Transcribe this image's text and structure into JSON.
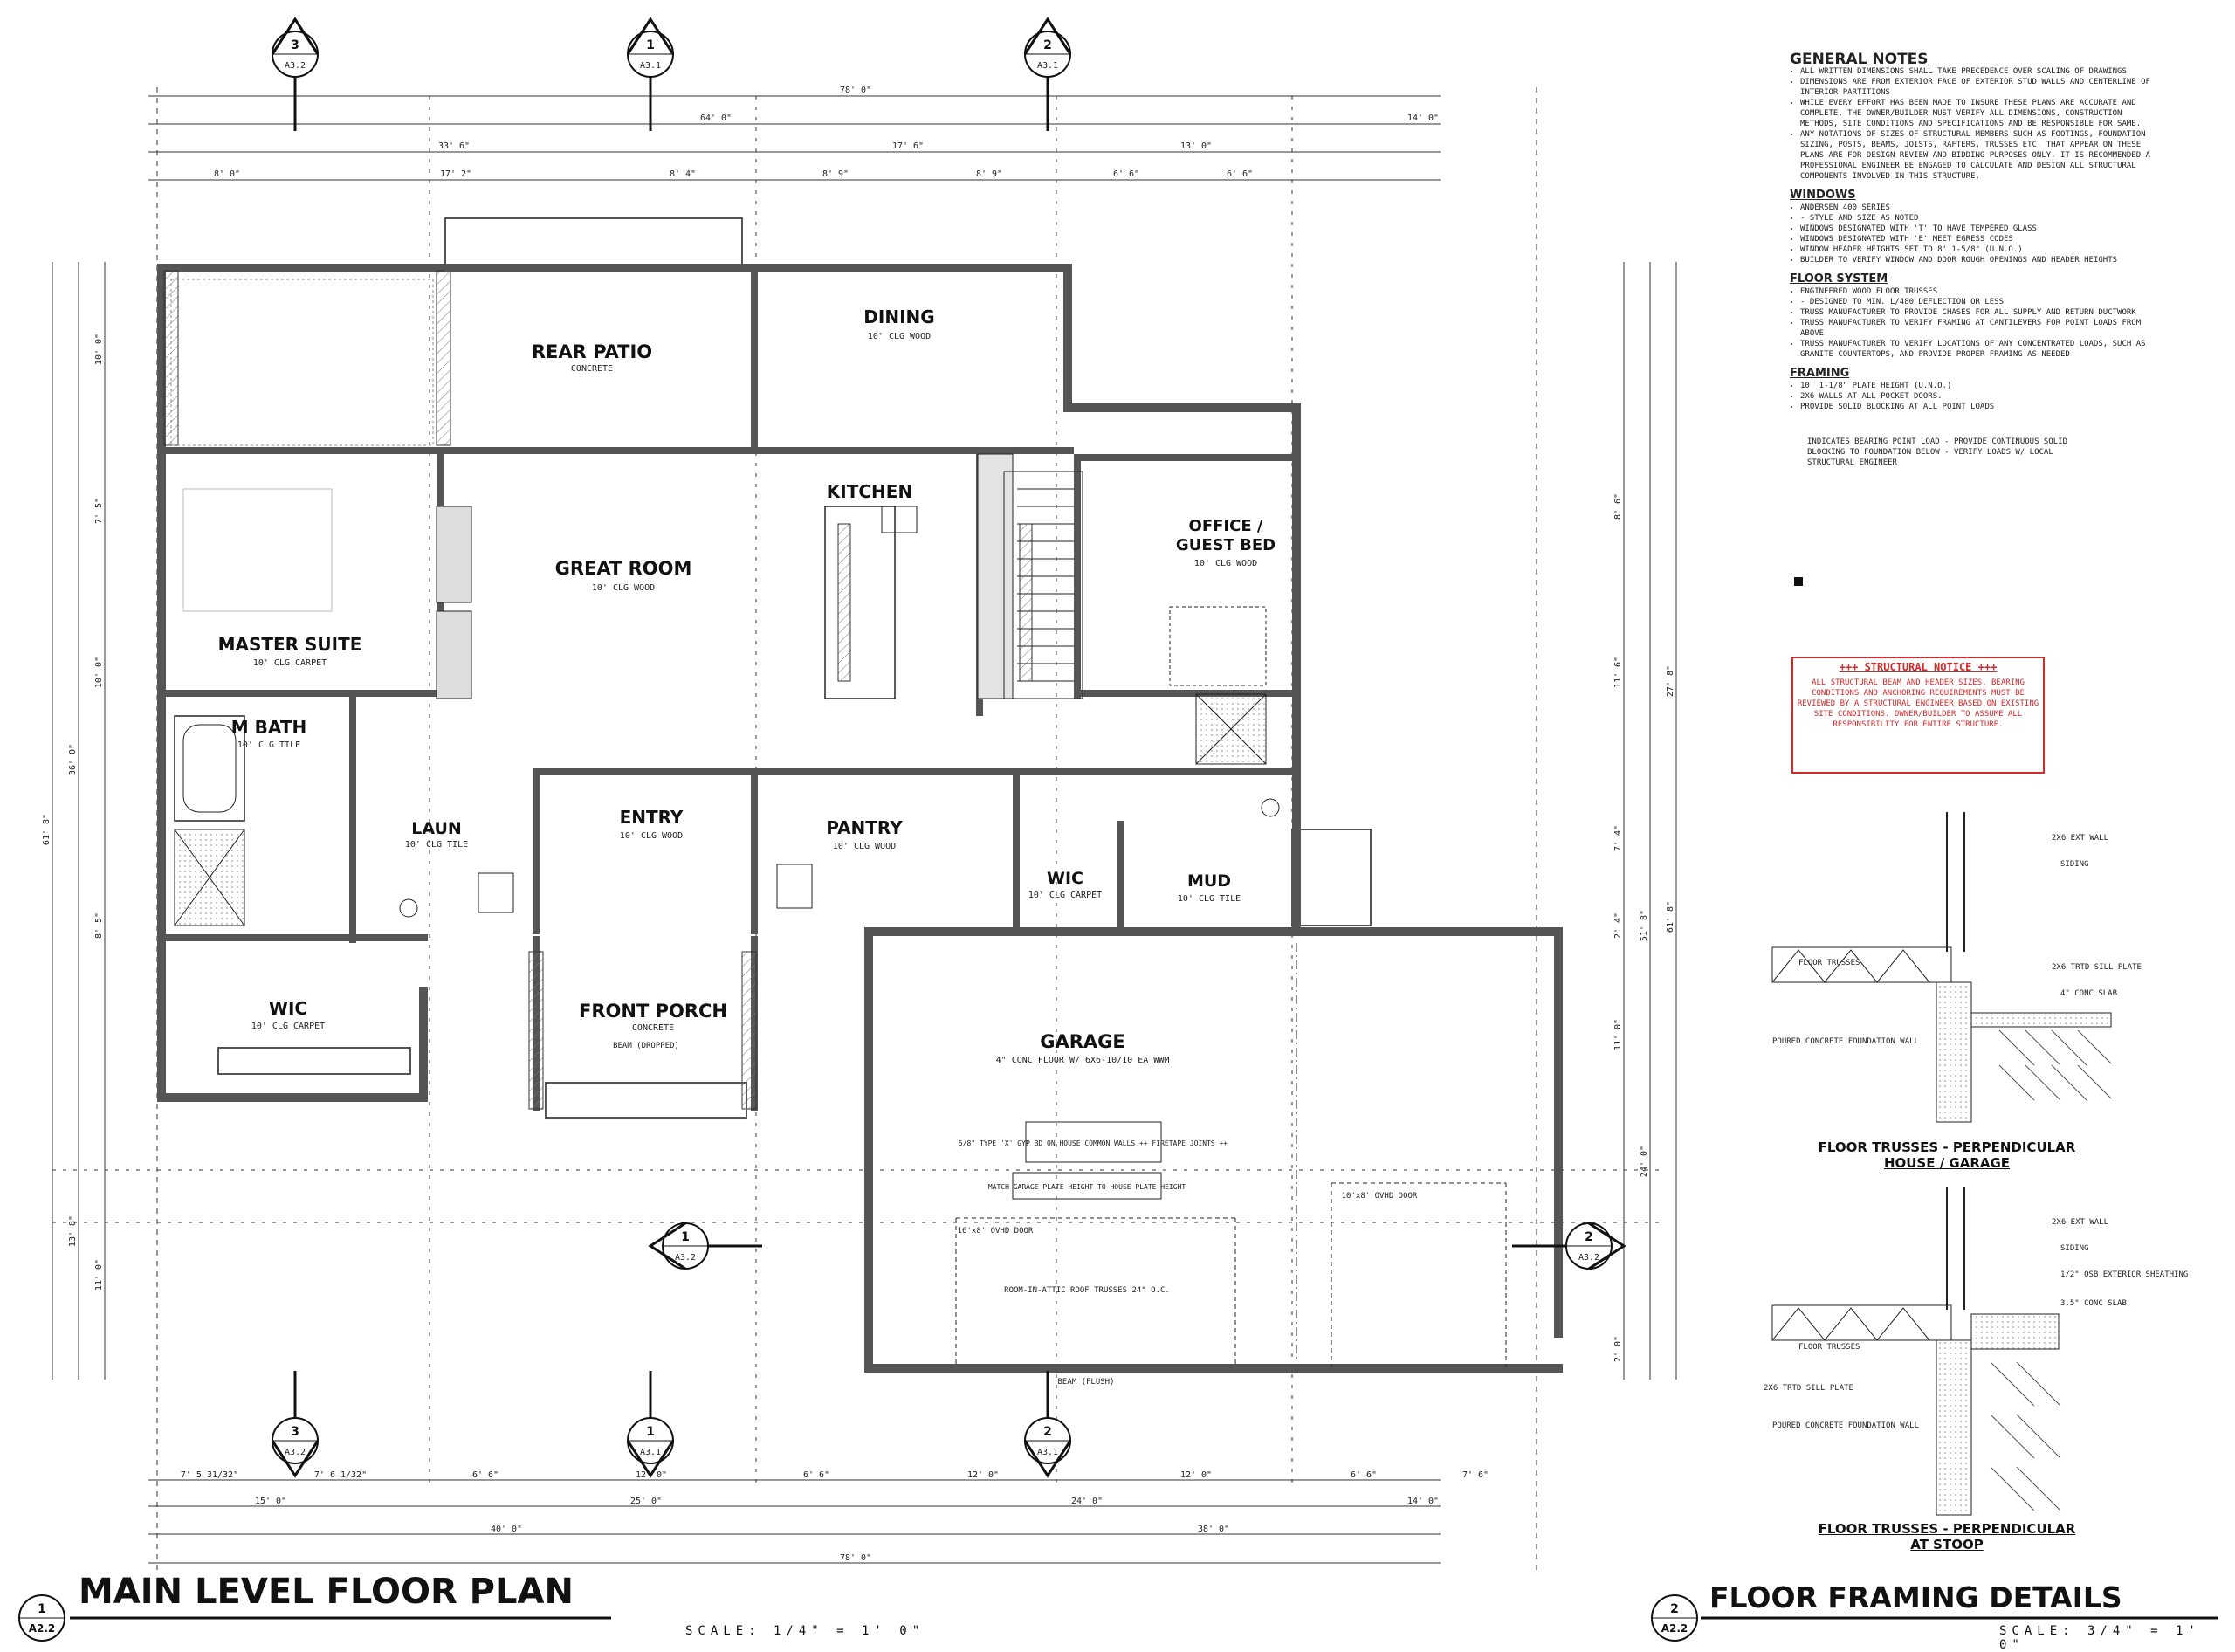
{
  "rooms": {
    "rear_patio": "REAR PATIO",
    "rear_patio_sub": "CONCRETE",
    "dining": "DINING",
    "dining_sub": "10' CLG WOOD",
    "kitchen": "KITCHEN",
    "great_room": "GREAT ROOM",
    "great_room_sub": "10' CLG WOOD",
    "master_suite": "MASTER SUITE",
    "master_suite_sub": "10' CLG CARPET",
    "m_bath": "M BATH",
    "m_bath_sub": "10' CLG TILE",
    "office": "OFFICE /",
    "office2": "GUEST BED",
    "office_sub": "10' CLG WOOD",
    "laun": "LAUN",
    "laun_sub": "10' CLG TILE",
    "entry": "ENTRY",
    "entry_sub": "10' CLG WOOD",
    "pantry": "PANTRY",
    "pantry_sub": "10' CLG WOOD",
    "wic_a": "WIC",
    "wic_a_sub": "10' CLG CARPET",
    "mud": "MUD",
    "mud_sub": "10' CLG TILE",
    "wic_b": "WIC",
    "wic_b_sub": "10' CLG CARPET",
    "front_porch": "FRONT PORCH",
    "front_porch_sub": "CONCRETE",
    "garage": "GARAGE",
    "garage_sub": "4\" CONC FLOOR W/ 6X6-10/10 EA WWM",
    "garage_note1": "5/8\" TYPE 'X' GYP BD ON HOUSE COMMON WALLS ++ FIRETAPE JOINTS ++",
    "garage_note2": "MATCH GARAGE PLATE HEIGHT TO HOUSE PLATE HEIGHT",
    "garage_door_a": "16'x8' OVHD DOOR",
    "garage_door_b": "10'x8' OVHD DOOR",
    "garage_trusses": "ROOM-IN-ATTIC ROOF TRUSSES 24\" O.C.",
    "beam_flush": "BEAM (FLUSH)",
    "beam_dropped": "BEAM (DROPPED)"
  },
  "dims_top": {
    "overall": "78' 0\"",
    "d64": "64' 0\"",
    "d14": "14' 0\"",
    "d33": "33' 6\"",
    "d17": "17' 6\"",
    "d13": "13' 0\"",
    "s1": "8' 0\"",
    "s2": "17' 2\"",
    "s3": "8' 4\"",
    "s4": "8' 9\"",
    "s5": "8' 9\"",
    "s6": "6' 6\"",
    "s7": "6' 6\""
  },
  "dims_bottom": {
    "b1": "7' 5 31/32\"",
    "b2": "7' 6 1/32\"",
    "b3": "6' 6\"",
    "b4": "12' 0\"",
    "b5": "6' 6\"",
    "b6": "12' 0\"",
    "b7": "12' 0\"",
    "b8": "6' 6\"",
    "b9": "7' 6\"",
    "c1": "15' 0\"",
    "c2": "25' 0\"",
    "c3": "24' 0\"",
    "c4": "14' 0\"",
    "d1": "40' 0\"",
    "d2": "38' 0\"",
    "overall": "78' 0\""
  },
  "dims_left": {
    "l1": "10' 0\"",
    "l2": "7' 5\"",
    "l3": "10' 0\"",
    "l4": "36' 0\"",
    "l5": "8' 5\"",
    "l6": "13' 8\"",
    "l7": "11' 0\"",
    "l8": "61' 8\""
  },
  "dims_right": {
    "r1": "8' 6\"",
    "r2": "11' 6\"",
    "r3": "7' 4\"",
    "r4": "2' 4\"",
    "r5": "11' 0\"",
    "r6": "24' 0\"",
    "r7": "2' 0\"",
    "r8": "27' 8\"",
    "r9": "61' 8\"",
    "r10": "51' 8\""
  },
  "section_markers": [
    {
      "num": "3",
      "sheet": "A3.2"
    },
    {
      "num": "1",
      "sheet": "A3.1"
    },
    {
      "num": "2",
      "sheet": "A3.1"
    },
    {
      "num": "3",
      "sheet": "A3.2"
    },
    {
      "num": "1",
      "sheet": "A3.1"
    },
    {
      "num": "2",
      "sheet": "A3.1"
    },
    {
      "num": "1",
      "sheet": "A3.2"
    },
    {
      "num": "2",
      "sheet": "A3.2"
    }
  ],
  "notes": {
    "general_title": "GENERAL NOTES",
    "general": [
      "ALL WRITTEN DIMENSIONS SHALL TAKE PRECEDENCE OVER SCALING OF DRAWINGS",
      "DIMENSIONS ARE FROM EXTERIOR FACE OF EXTERIOR STUD WALLS AND CENTERLINE OF INTERIOR PARTITIONS",
      "WHILE EVERY EFFORT HAS BEEN MADE TO INSURE THESE PLANS ARE ACCURATE AND COMPLETE, THE OWNER/BUILDER MUST VERIFY ALL DIMENSIONS, CONSTRUCTION METHODS, SITE CONDITIONS AND SPECIFICATIONS AND BE RESPONSIBLE FOR SAME.",
      "ANY NOTATIONS OF SIZES OF STRUCTURAL MEMBERS SUCH AS FOOTINGS, FOUNDATION SIZING, POSTS, BEAMS, JOISTS, RAFTERS, TRUSSES ETC. THAT APPEAR ON THESE PLANS ARE FOR DESIGN REVIEW AND BIDDING PURPOSES ONLY. IT IS RECOMMENDED A PROFESSIONAL ENGINEER BE ENGAGED TO CALCULATE AND DESIGN ALL STRUCTURAL COMPONENTS INVOLVED IN THIS STRUCTURE."
    ],
    "windows_title": "WINDOWS",
    "windows": [
      "ANDERSEN 400 SERIES",
      "- STYLE AND SIZE AS NOTED",
      "WINDOWS DESIGNATED WITH 'T' TO HAVE TEMPERED GLASS",
      "WINDOWS DESIGNATED WITH 'E' MEET EGRESS CODES",
      "WINDOW HEADER HEIGHTS SET TO 8' 1-5/8\" (U.N.O.)",
      "BUILDER TO VERIFY WINDOW AND DOOR ROUGH OPENINGS AND HEADER HEIGHTS"
    ],
    "floor_title": "FLOOR SYSTEM",
    "floor": [
      "ENGINEERED WOOD FLOOR TRUSSES",
      "- DESIGNED TO MIN. L/480 DEFLECTION OR LESS",
      "TRUSS MANUFACTURER TO PROVIDE CHASES FOR ALL SUPPLY AND RETURN DUCTWORK",
      "TRUSS MANUFACTURER TO VERIFY FRAMING AT CANTILEVERS FOR POINT LOADS FROM ABOVE",
      "TRUSS MANUFACTURER TO VERIFY LOCATIONS OF ANY CONCENTRATED LOADS, SUCH AS GRANITE COUNTERTOPS, AND PROVIDE PROPER FRAMING AS NEEDED"
    ],
    "framing_title": "FRAMING",
    "framing": [
      "10' 1-1/8\" PLATE HEIGHT (U.N.O.)",
      "2X6 WALLS AT ALL POCKET DOORS.",
      "PROVIDE SOLID BLOCKING AT ALL POINT LOADS"
    ],
    "bearing": "INDICATES BEARING POINT LOAD - PROVIDE CONTINUOUS SOLID BLOCKING TO FOUNDATION BELOW - VERIFY LOADS W/ LOCAL STRUCTURAL ENGINEER"
  },
  "structural_notice": {
    "title": "+++ STRUCTURAL NOTICE +++",
    "body": "ALL STRUCTURAL BEAM AND HEADER SIZES, BEARING CONDITIONS AND ANCHORING REQUIREMENTS MUST BE REVIEWED BY A STRUCTURAL ENGINEER BASED ON EXISTING SITE CONDITIONS. OWNER/BUILDER TO ASSUME ALL RESPONSIBILITY FOR ENTIRE STRUCTURE.",
    "color": "#d62828"
  },
  "details": {
    "d1_labels": [
      "2X6 EXT WALL",
      "SIDING",
      "FLOOR TRUSSES",
      "2X6 TRTD SILL PLATE",
      "4\" CONC SLAB",
      "POURED CONCRETE FOUNDATION WALL"
    ],
    "d1_title": "FLOOR TRUSSES - PERPENDICULAR",
    "d1_title2": "HOUSE / GARAGE",
    "d2_labels": [
      "2X6 EXT WALL",
      "SIDING",
      "1/2\" OSB EXTERIOR SHEATHING",
      "3.5\" CONC SLAB",
      "FLOOR TRUSSES",
      "2X6 TRTD SILL PLATE",
      "POURED CONCRETE FOUNDATION WALL"
    ],
    "d2_title": "FLOOR TRUSSES - PERPENDICULAR",
    "d2_title2": "AT STOOP"
  },
  "titles": {
    "plan_num": "1",
    "plan_sheet": "A2.2",
    "plan_title": "MAIN LEVEL FLOOR PLAN",
    "plan_scale": "SCALE: 1/4\" = 1' 0\"",
    "detail_num": "2",
    "detail_sheet": "A2.2",
    "detail_title": "FLOOR FRAMING DETAILS",
    "detail_scale": "SCALE: 3/4\" = 1' 0\""
  }
}
